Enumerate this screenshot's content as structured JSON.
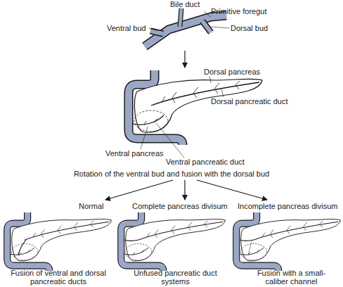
{
  "diagram": {
    "labels": [
      "Bile duct",
      "Primitive foregut",
      "Ventral bud",
      "Dorsal bud",
      "Dorsal pancreas",
      "Dorsal pancreatic duct",
      "Ventral pancreas",
      "Ventral pancreatic duct",
      "Rotation of the ventral bud and fusion with the dorsal bud",
      "Normal",
      "Complete pancreas divisum",
      "Incomplete pancreas divisum",
      "Fusion of ventral and dorsal pancreatic ducts",
      "Unfused pancreatic duct systems",
      "Fusion with a small-caliber channel"
    ]
  }
}
